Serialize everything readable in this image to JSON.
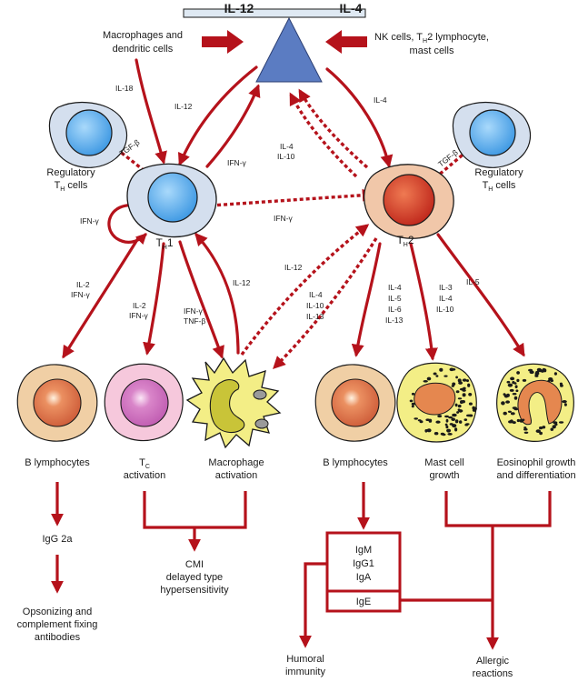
{
  "top": {
    "left_label": "IL-12",
    "right_label": "IL-4"
  },
  "sources": {
    "left": [
      "Macrophages and",
      "dendritic cells"
    ],
    "right": [
      "NK cells, T",
      "H",
      "2 lymphocyte,",
      "mast cells"
    ]
  },
  "th1": {
    "main": "T",
    "sub": "H",
    "tail": "1"
  },
  "th2": {
    "main": "T",
    "sub": "H",
    "tail": "2"
  },
  "regulatory": {
    "line1": "Regulatory",
    "line2_main": "T",
    "line2_sub": "H",
    "line2_tail": " cells"
  },
  "cytokines": {
    "il18": "IL-18",
    "il12_left": "IL-12",
    "ifng_up": "IFN-γ",
    "il4_right": "IL-4",
    "il4_il10_a": "IL-4",
    "il4_il10_b": "IL-10",
    "tgfb": "TGF-β",
    "ifng_self": "IFN-γ",
    "ifng_cross": "IFN-γ",
    "il2_ifng_b": [
      "IL-2",
      "IFN-γ"
    ],
    "il2_ifng_tc": [
      "IL-2",
      "IFN-γ"
    ],
    "ifng_tnfb": [
      "IFN-γ",
      "TNF-β"
    ],
    "il12_mac": "IL-12",
    "il12_diag": "IL-12",
    "th2_mac": [
      "IL-4",
      "IL-10",
      "IL-13"
    ],
    "th2_b": [
      "IL-4",
      "IL-5",
      "IL-6",
      "IL-13"
    ],
    "th2_mast": [
      "IL-3",
      "IL-4",
      "IL-10"
    ],
    "il5": "IL-5"
  },
  "outcomes": {
    "b_left": "B lymphocytes",
    "tc": {
      "main": "T",
      "sub": "C",
      "line2": "activation"
    },
    "mac": [
      "Macrophage",
      "activation"
    ],
    "b_right": "B lymphocytes",
    "mast": [
      "Mast cell",
      "growth"
    ],
    "eos": [
      "Eosinophil growth",
      "and differentiation"
    ]
  },
  "downstream": {
    "igg2a": "IgG 2a",
    "opsonizing": [
      "Opsonizing and",
      "complement fixing",
      "antibodies"
    ],
    "cmi": [
      "CMI",
      "delayed type",
      "hypersensitivity"
    ],
    "ig_box": [
      "IgM",
      "IgG1",
      "IgA"
    ],
    "ige": "IgE",
    "humoral": [
      "Humoral",
      "immunity"
    ],
    "allergic": [
      "Allergic",
      "reactions"
    ]
  },
  "colors": {
    "arrow": "#b5121b",
    "triangle": "#5b7cc2",
    "beam": "#dfe9f3",
    "reg_outer": "#d4dfee",
    "reg_inner": "#4aa3e8",
    "th2_outer": "#f1c7a9",
    "th2_inner": "#cc3a25",
    "b_outer": "#f0cfa5",
    "b_inner": "#db7048",
    "tc_outer": "#f6c8dc",
    "tc_inner": "#cf68b8",
    "yellow": "#f3ee86",
    "mast_nucleus": "#e5874f"
  }
}
